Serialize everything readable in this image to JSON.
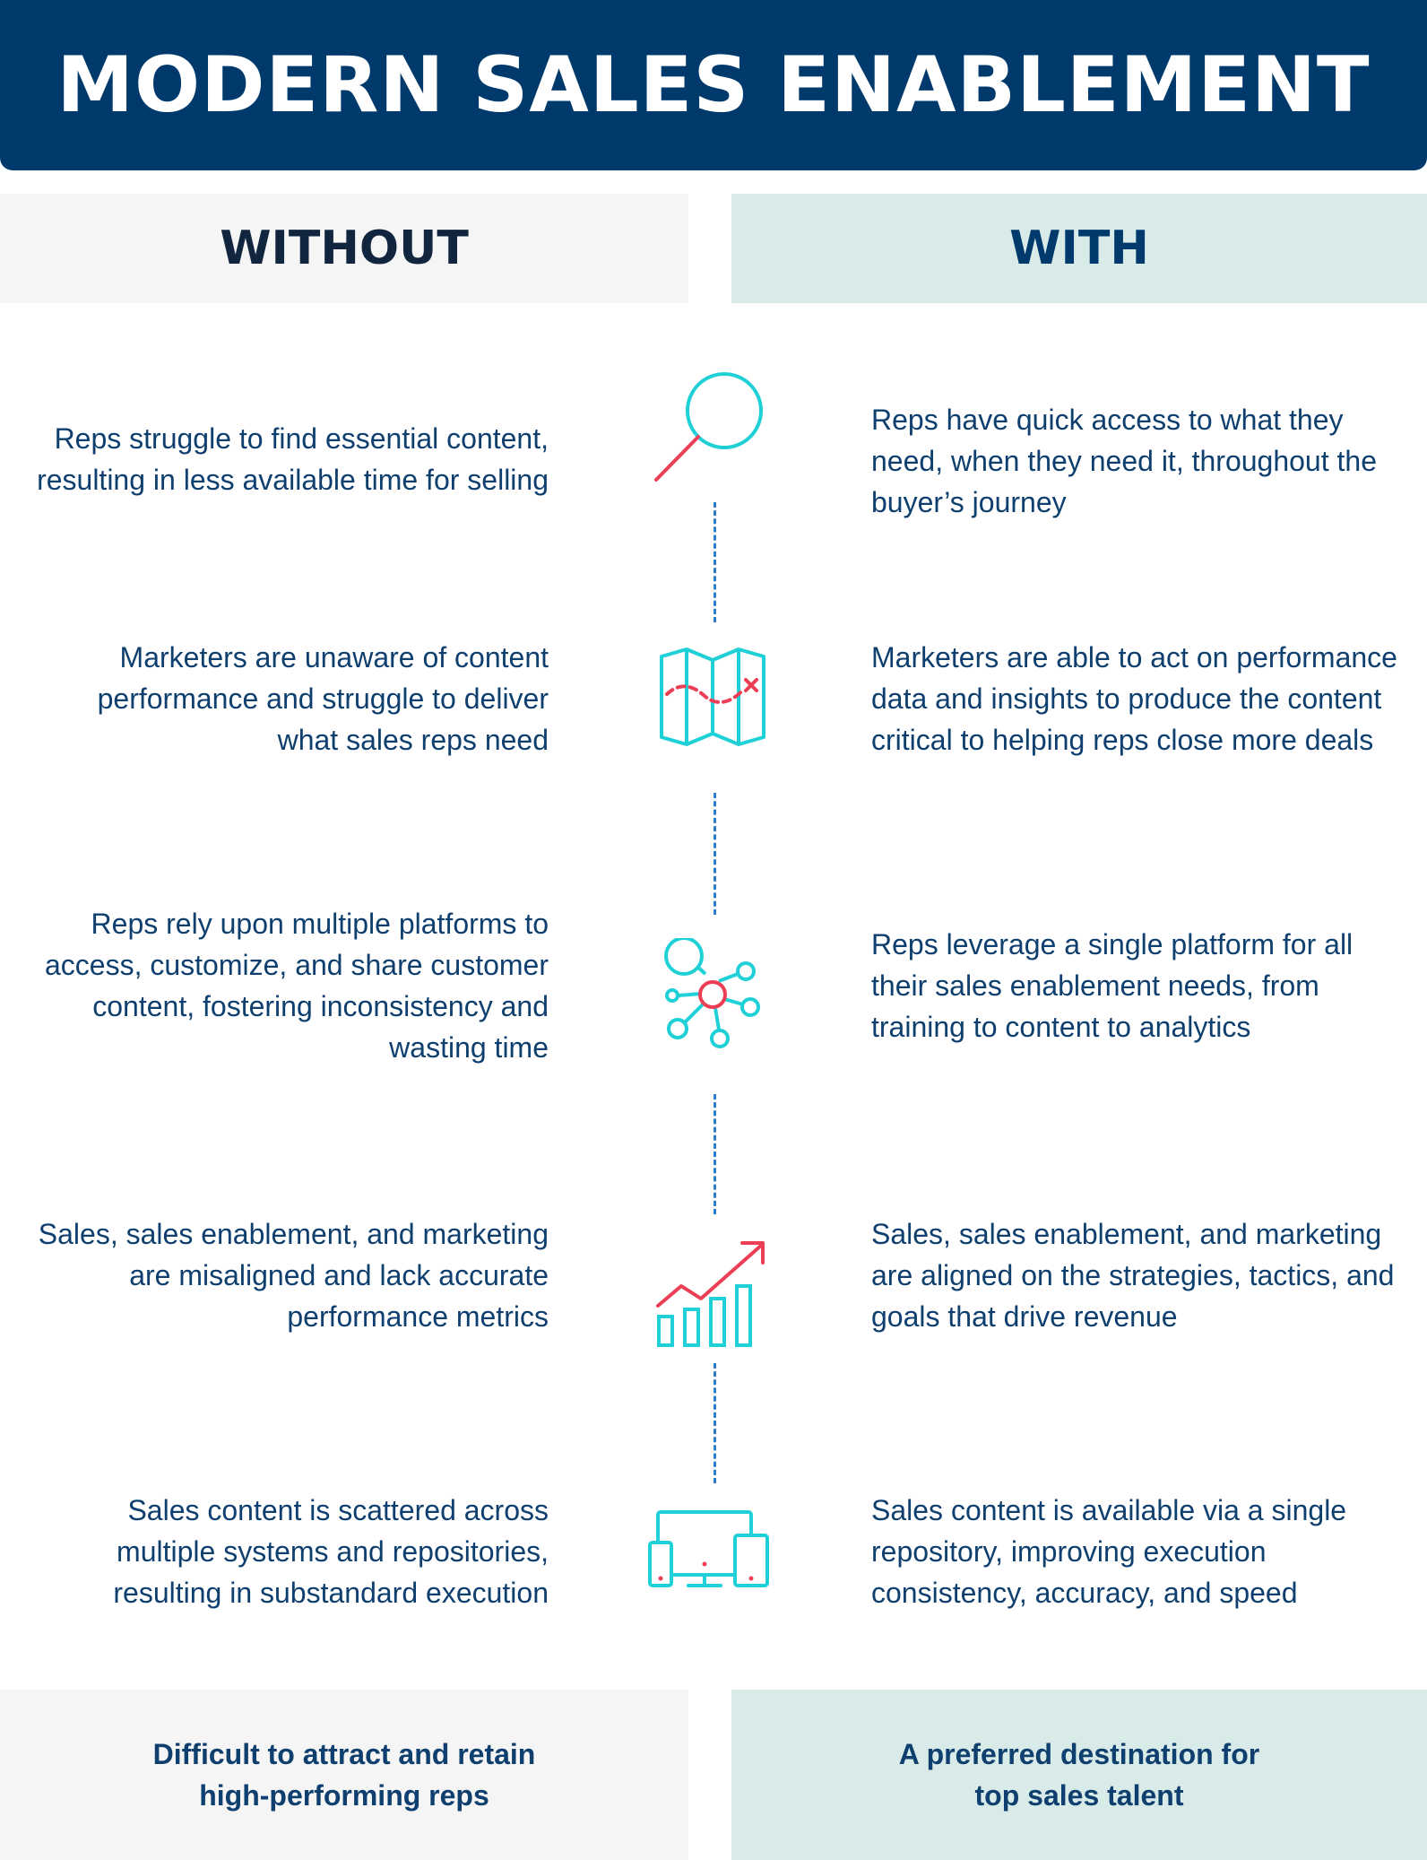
{
  "title": "MODERN SALES ENABLEMENT",
  "columns": {
    "without": "WITHOUT",
    "with": "WITH"
  },
  "rows": [
    {
      "icon": "magnifier-icon",
      "without": [
        "Reps struggle to find essential content,",
        "resulting in less available time for selling"
      ],
      "with": [
        "Reps have quick access to what they",
        "need, when they need it, throughout the",
        "buyer’s journey"
      ]
    },
    {
      "icon": "map-icon",
      "without": [
        "Marketers are unaware of content",
        "performance and struggle to deliver",
        "what sales reps need"
      ],
      "with": [
        "Marketers are able to act on performance",
        "data and insights to produce the content",
        "critical to helping reps close more deals"
      ]
    },
    {
      "icon": "network-hub-icon",
      "without": [
        "Reps rely upon multiple platforms to",
        "access, customize, and share customer",
        "content, fostering inconsistency and",
        "wasting time"
      ],
      "with": [
        "Reps leverage a single platform for all",
        "their sales enablement needs, from",
        "training to content to analytics"
      ]
    },
    {
      "icon": "growth-chart-icon",
      "without": [
        "Sales, sales enablement, and marketing",
        "are misaligned and lack accurate",
        "performance metrics"
      ],
      "with": [
        "Sales, sales enablement, and marketing",
        "are aligned on the strategies, tactics, and",
        "goals that drive revenue"
      ]
    },
    {
      "icon": "devices-icon",
      "without": [
        "Sales content is scattered across",
        "multiple systems and repositories,",
        "resulting in substandard execution"
      ],
      "with": [
        "Sales content is available via a single",
        "repository, improving execution",
        "consistency, accuracy, and speed"
      ]
    }
  ],
  "footer": {
    "without": [
      "Difficult to attract and retain",
      "high-performing reps"
    ],
    "with": [
      "A preferred destination for",
      "top sales talent"
    ]
  },
  "colors": {
    "navy": "#003a6c",
    "text": "#0e3f6e",
    "teal": "#1fd0d6",
    "red": "#ec3f55",
    "dash": "#2b7ecb",
    "gray_panel": "#f5f5f5",
    "teal_panel": "#d9ebe8"
  }
}
